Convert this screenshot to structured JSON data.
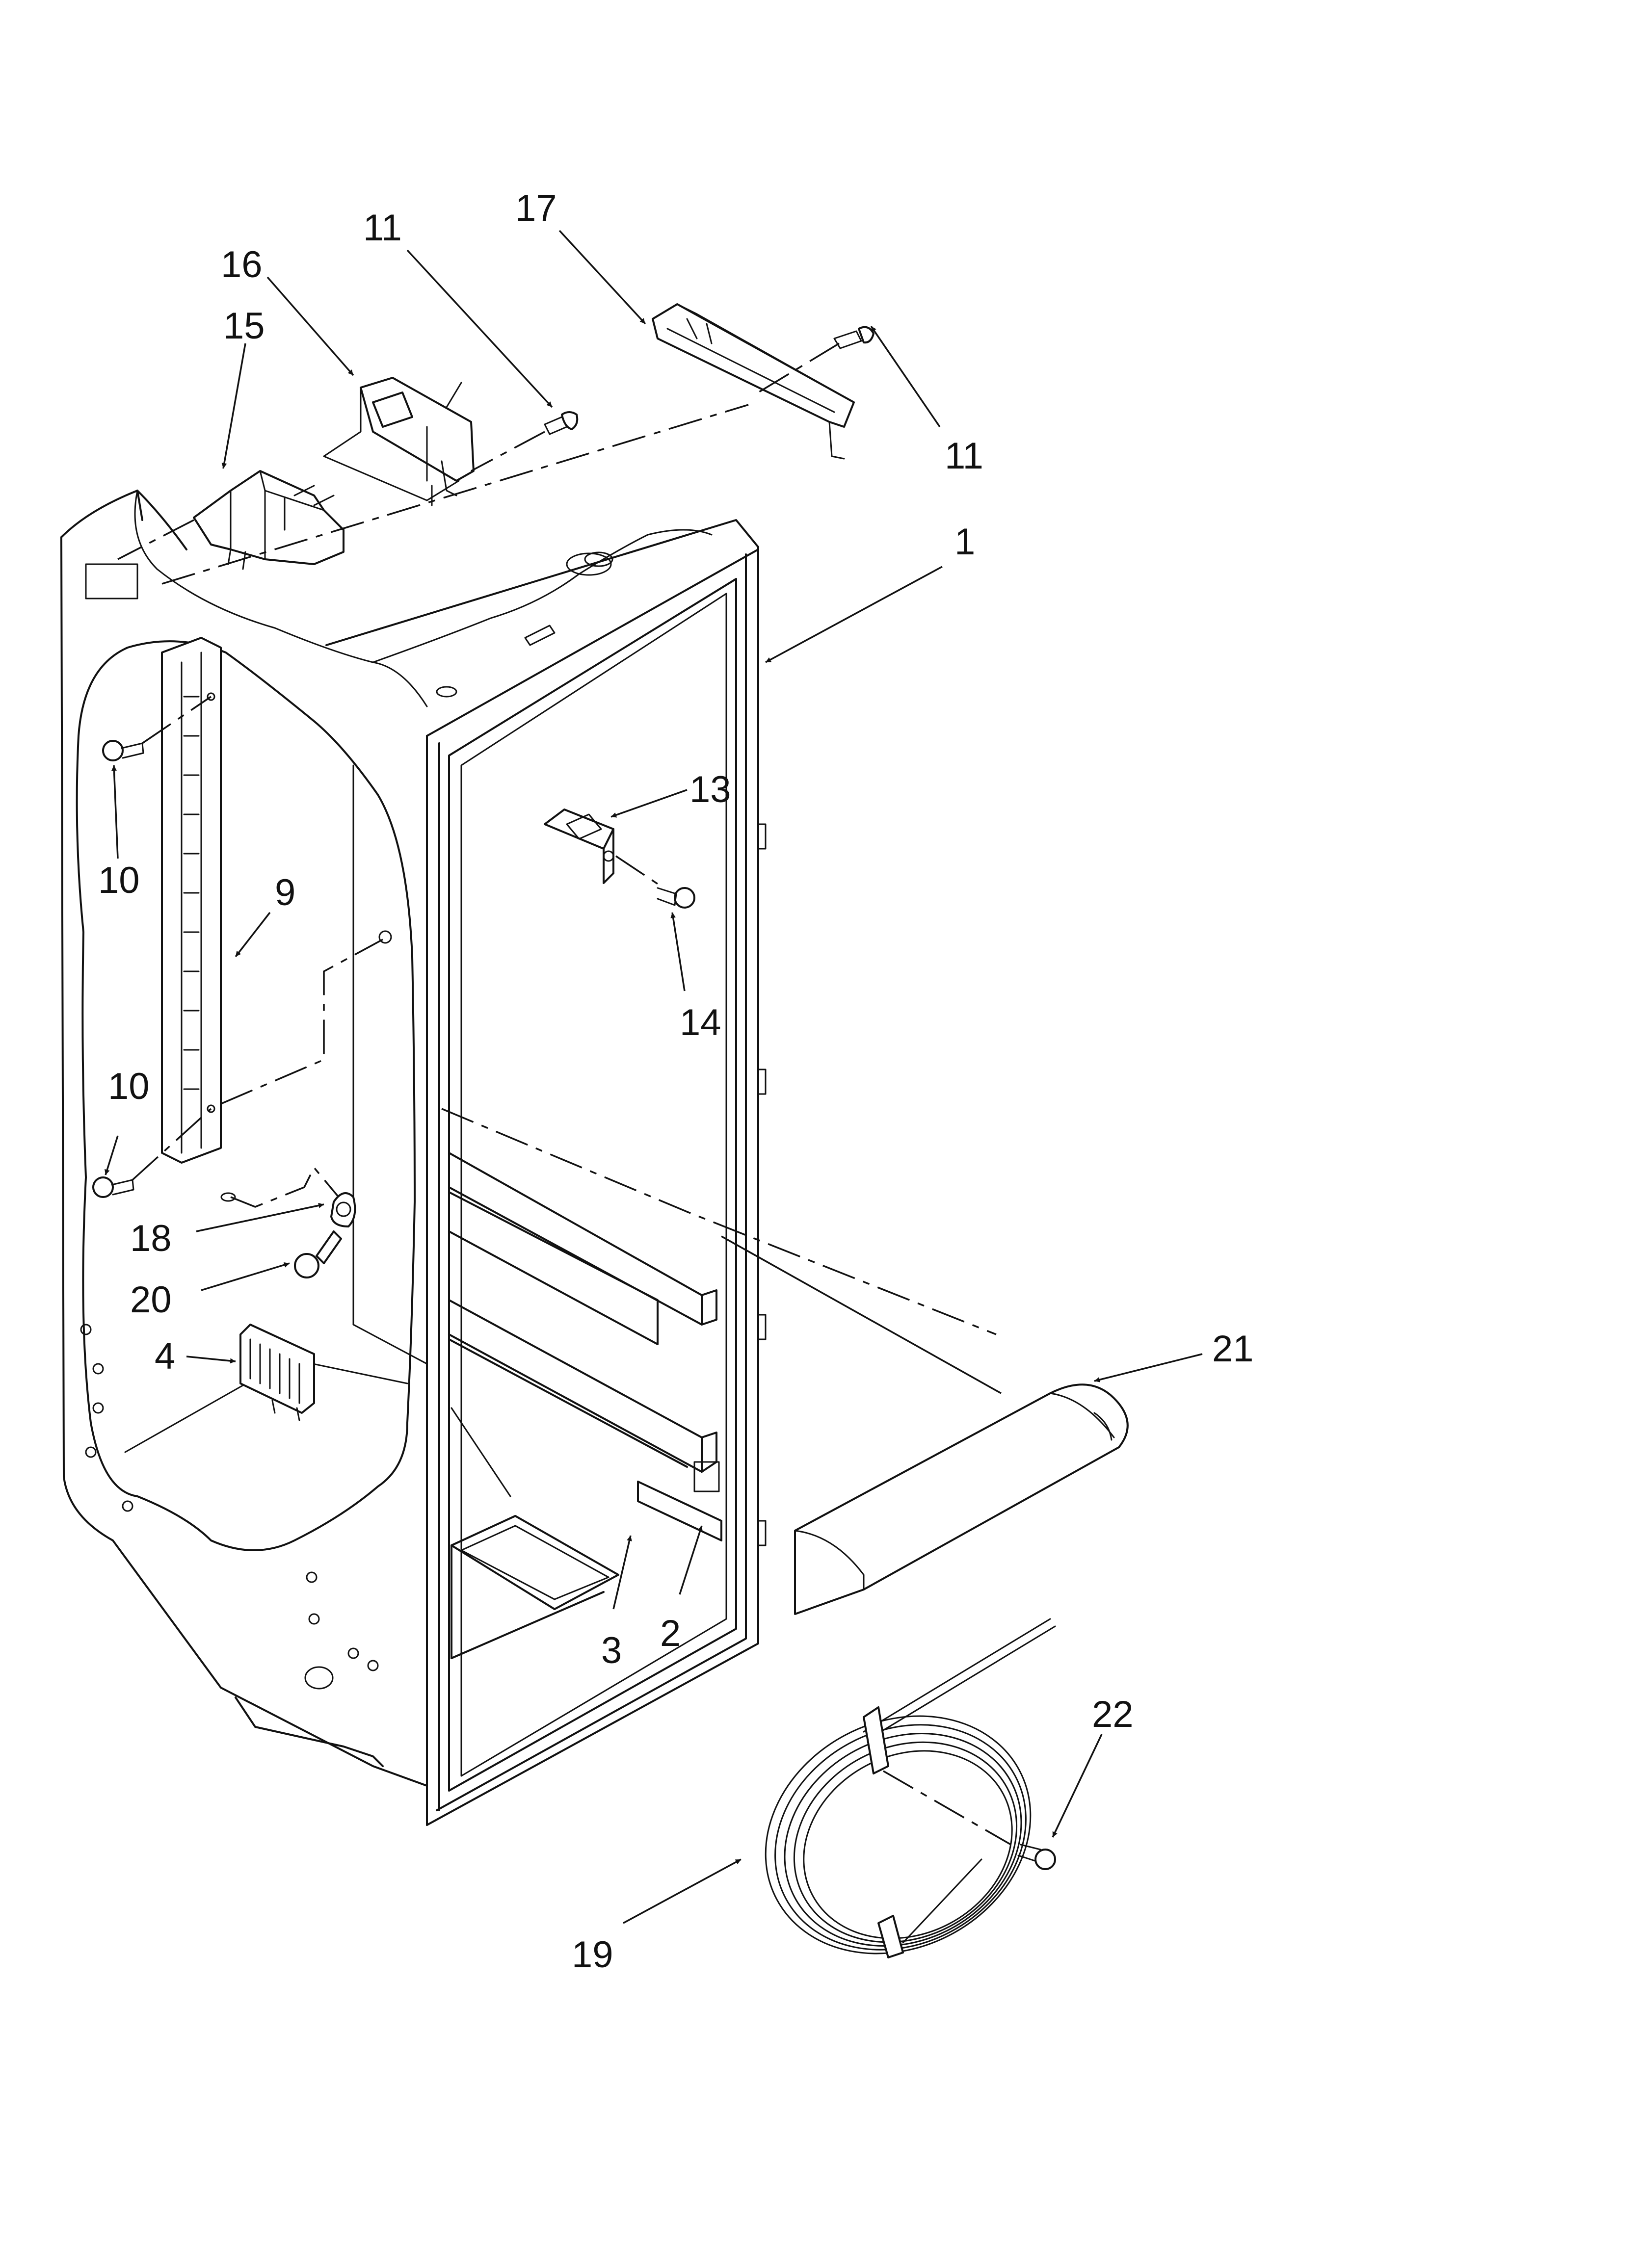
{
  "callouts": [
    {
      "id": "c17",
      "label": "17"
    },
    {
      "id": "c11a",
      "label": "11"
    },
    {
      "id": "c16",
      "label": "16"
    },
    {
      "id": "c15",
      "label": "15"
    },
    {
      "id": "c11b",
      "label": "11"
    },
    {
      "id": "c1",
      "label": "1"
    },
    {
      "id": "c13",
      "label": "13"
    },
    {
      "id": "c10a",
      "label": "10"
    },
    {
      "id": "c9",
      "label": "9"
    },
    {
      "id": "c14",
      "label": "14"
    },
    {
      "id": "c10b",
      "label": "10"
    },
    {
      "id": "c18",
      "label": "18"
    },
    {
      "id": "c20",
      "label": "20"
    },
    {
      "id": "c4",
      "label": "4"
    },
    {
      "id": "c21",
      "label": "21"
    },
    {
      "id": "c3",
      "label": "3"
    },
    {
      "id": "c2",
      "label": "2"
    },
    {
      "id": "c22",
      "label": "22"
    },
    {
      "id": "c19",
      "label": "19"
    }
  ]
}
